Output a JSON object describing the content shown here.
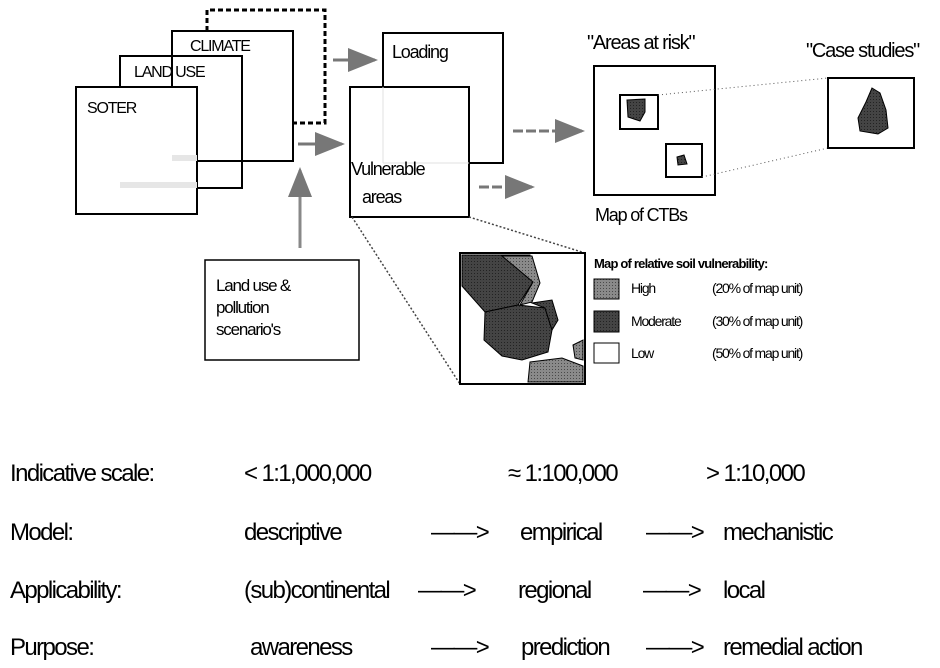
{
  "diagram": {
    "layers": {
      "climate": "CLIMATE",
      "land_use": "LAND USE",
      "soter": "SOTER"
    },
    "loading": "Loading",
    "vulnerable_areas": [
      "Vulnerable",
      "areas"
    ],
    "scenarios": [
      "Land use &",
      "pollution",
      "scenario's"
    ],
    "areas_at_risk": "\"Areas at risk\"",
    "case_studies": "\"Case studies\"",
    "map_of_ctbs": "Map of CTBs",
    "legend": {
      "title": "Map of relative soil vulnerability:",
      "items": [
        {
          "label": "High",
          "share": "(20% of map unit)",
          "color": "#7a7a7a"
        },
        {
          "label": "Moderate",
          "share": "(30% of map unit)",
          "color": "#3e3e3e"
        },
        {
          "label": "Low",
          "share": "(50% of map unit)",
          "color": "#ffffff"
        }
      ]
    }
  },
  "table": {
    "scale": {
      "label": "Indicative scale:",
      "values": [
        "< 1:1,000,000",
        "≈ 1:100,000",
        "> 1:10,000"
      ]
    },
    "model": {
      "label": "Model:",
      "values": [
        "descriptive",
        "empirical",
        "mechanistic"
      ]
    },
    "applicability": {
      "label": "Applicability:",
      "values": [
        "(sub)continental",
        "regional",
        "local"
      ]
    },
    "purpose": {
      "label": "Purpose:",
      "values": [
        "awareness",
        "prediction",
        "remedial action"
      ]
    },
    "arrow": "——>"
  }
}
